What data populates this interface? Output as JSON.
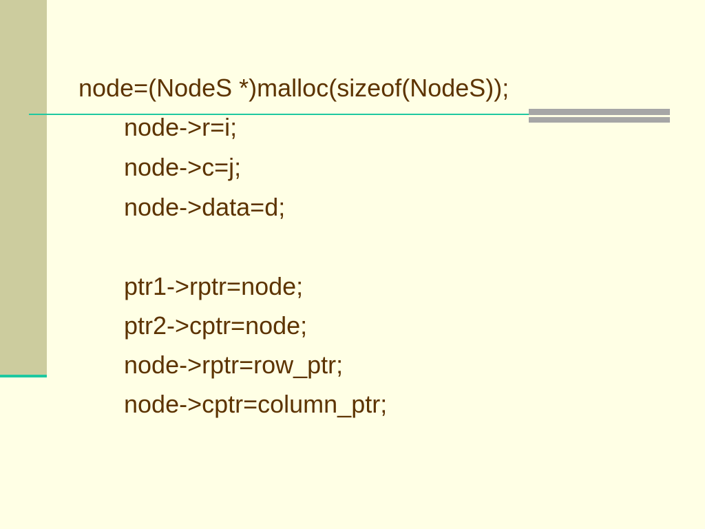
{
  "slide": {
    "lines": [
      "node=(NodeS *)malloc(sizeof(NodeS));",
      "node->r=i;",
      "node->c=j;",
      "node->data=d;",
      "ptr1->rptr=node;",
      "ptr2->cptr=node;",
      "node->rptr=row_ptr;",
      "node->cptr=column_ptr;"
    ]
  },
  "colors": {
    "background": "#ffffe5",
    "left_band": "#cccc9e",
    "accent": "#1ec8a0",
    "gray_bar": "#a6a6a6",
    "text": "#5c3300"
  }
}
